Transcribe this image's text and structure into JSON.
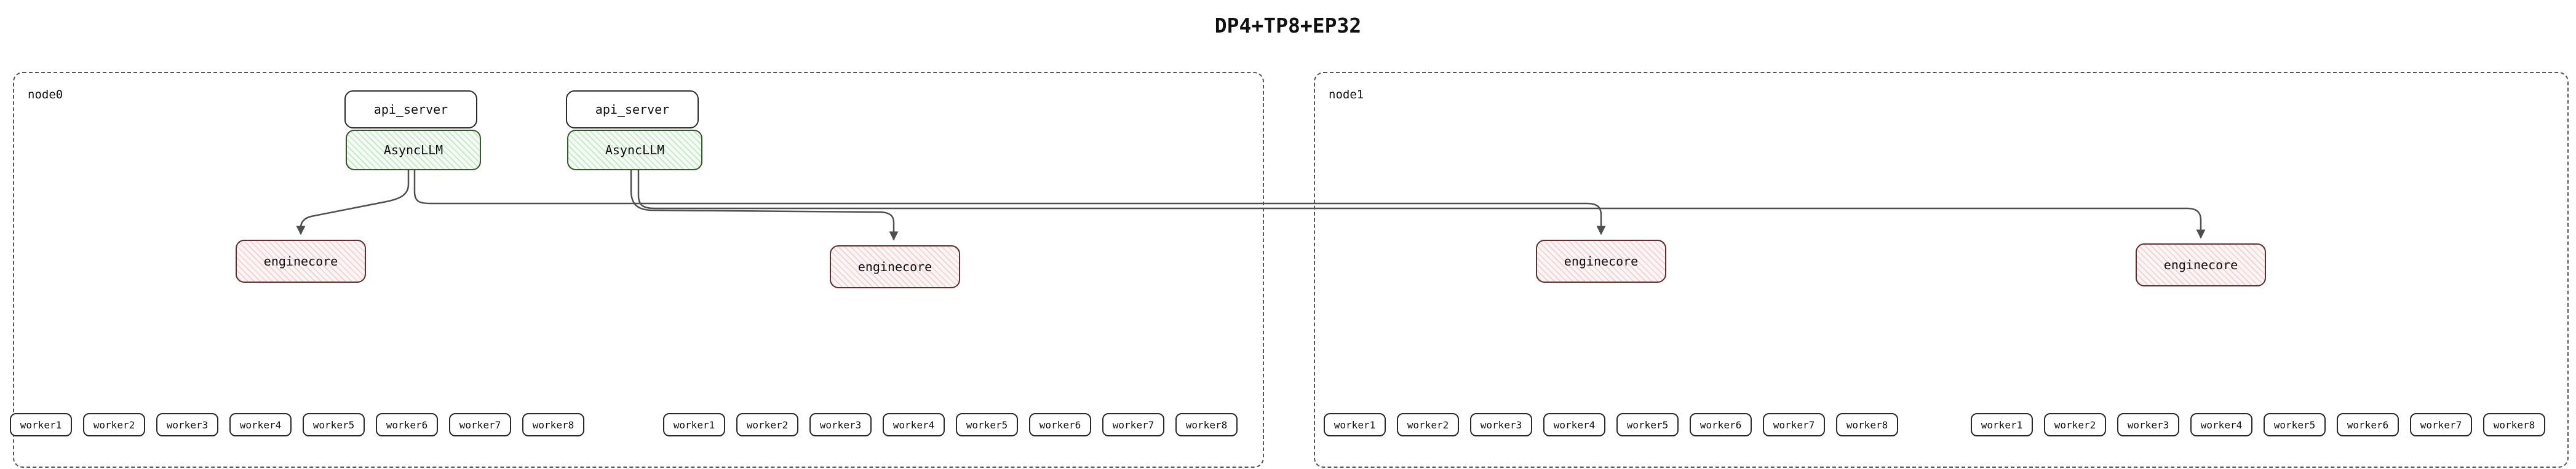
{
  "title": "DP4+TP8+EP32",
  "colors": {
    "asyncllm_fill": "#f4faf4",
    "asyncllm_hatch": "#cde7cd",
    "asyncllm_border": "#35592f",
    "enginecore_fill": "#fdf5f5",
    "enginecore_hatch": "#f0d5d5",
    "enginecore_border": "#5e2f2f",
    "edge": "#4f4f4f",
    "node_border": "#555555"
  },
  "nodes": [
    {
      "label": "node0",
      "stacks": [
        {
          "api": "api_server",
          "llm": "AsyncLLM"
        },
        {
          "api": "api_server",
          "llm": "AsyncLLM"
        }
      ],
      "enginecores": [
        "enginecore",
        "enginecore"
      ],
      "worker_groups": [
        [
          "worker1",
          "worker2",
          "worker3",
          "worker4",
          "worker5",
          "worker6",
          "worker7",
          "worker8"
        ],
        [
          "worker1",
          "worker2",
          "worker3",
          "worker4",
          "worker5",
          "worker6",
          "worker7",
          "worker8"
        ]
      ]
    },
    {
      "label": "node1",
      "stacks": [],
      "enginecores": [
        "enginecore",
        "enginecore"
      ],
      "worker_groups": [
        [
          "worker1",
          "worker2",
          "worker3",
          "worker4",
          "worker5",
          "worker6",
          "worker7",
          "worker8"
        ],
        [
          "worker1",
          "worker2",
          "worker3",
          "worker4",
          "worker5",
          "worker6",
          "worker7",
          "worker8"
        ]
      ]
    }
  ]
}
